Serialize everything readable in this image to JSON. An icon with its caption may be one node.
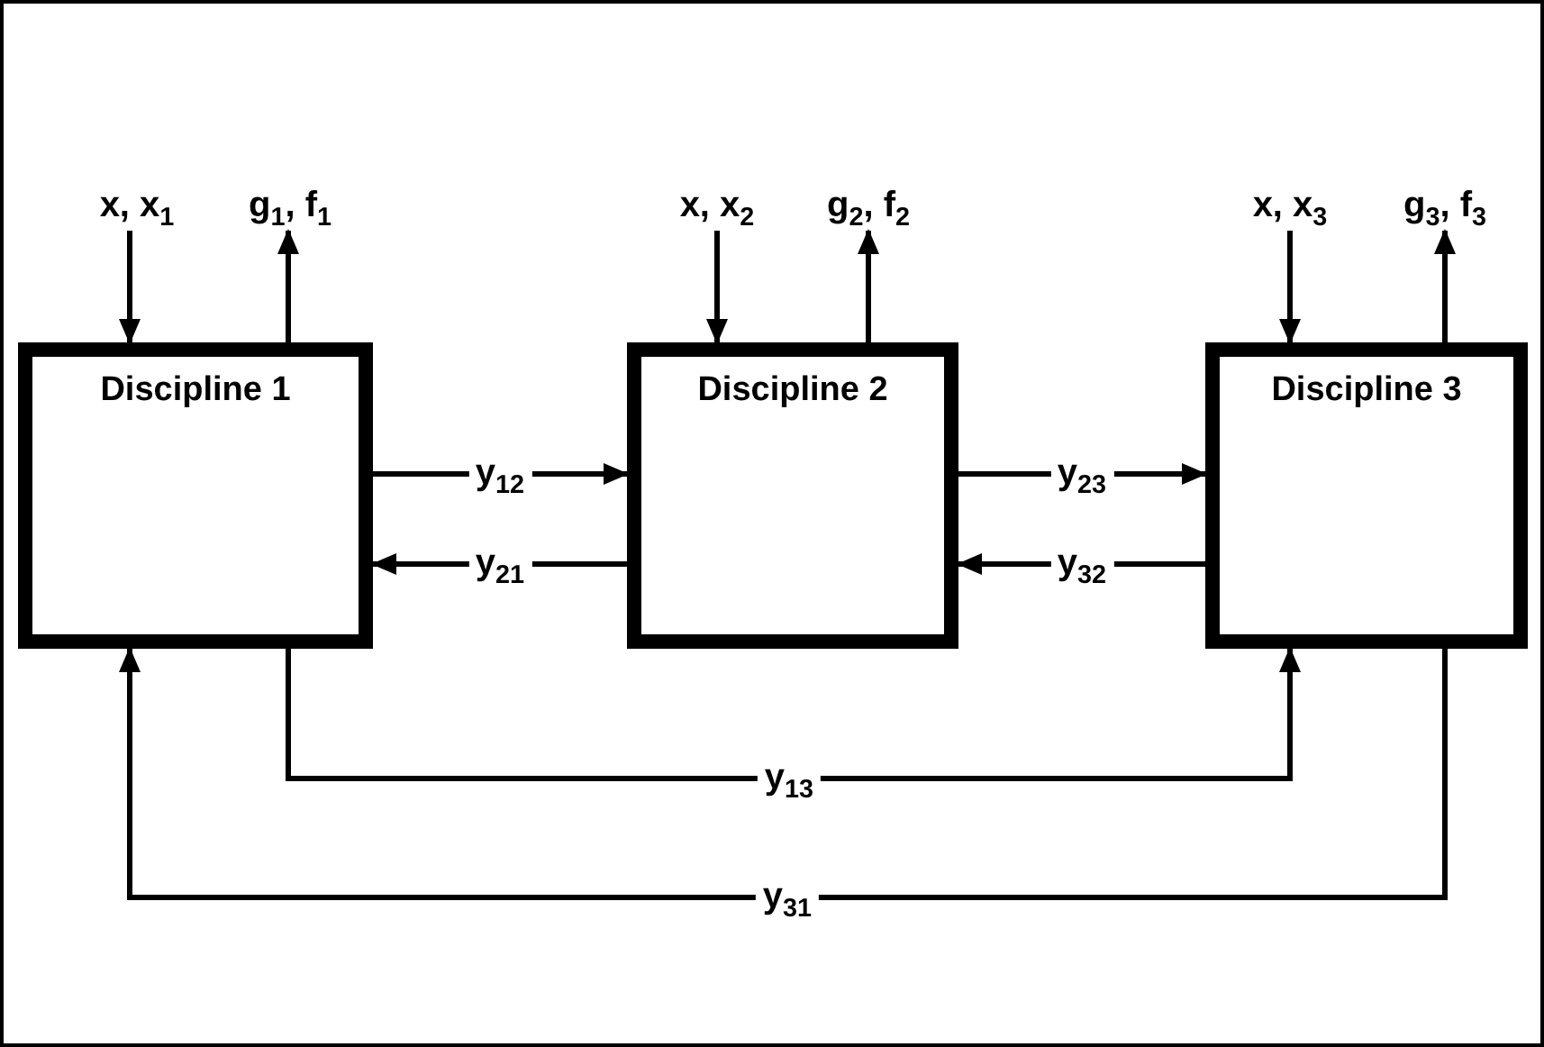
{
  "diagram": {
    "nodes": [
      {
        "text": [
          "x, x$_{1}$"
        ]
      },
      {
        "text": [
          "g$_{1}$, f$_{1}$"
        ]
      },
      {
        "text": [
          "Discipline 1"
        ]
      },
      {
        "text": [
          "x, x$_{2}$"
        ]
      },
      {
        "text": [
          "g$_{2}$, f$_{2}$"
        ]
      },
      {
        "text": [
          "Discipline 2"
        ]
      },
      {
        "text": [
          "x, x$_{3}$"
        ]
      },
      {
        "text": [
          "g$_{3}$, f$_{3}$"
        ]
      },
      {
        "text": [
          "Discipline 3"
        ]
      }
    ],
    "edges": [
      {
        "from": 0,
        "to": 2,
        "arrow": "to"
      },
      {
        "from": 2,
        "to": 1,
        "arrow": "to"
      },
      {
        "from": 3,
        "to": 5,
        "arrow": "to"
      },
      {
        "from": 5,
        "to": 4,
        "arrow": "to"
      },
      {
        "from": 6,
        "to": 8,
        "arrow": "to"
      },
      {
        "from": 8,
        "to": 7,
        "arrow": "to"
      },
      {
        "from": 2,
        "to": 5,
        "arrow": "to",
        "label": "y$_{12}$"
      },
      {
        "from": 5,
        "to": 2,
        "arrow": "to",
        "label": "y$_{21}$"
      },
      {
        "from": 5,
        "to": 8,
        "arrow": "to",
        "label": "y$_{23}$"
      },
      {
        "from": 8,
        "to": 5,
        "arrow": "to",
        "label": "y$_{32}$"
      },
      {
        "from": 2,
        "to": 8,
        "arrow": "to",
        "label": "y$_{13}$"
      },
      {
        "from": 8,
        "to": 2,
        "arrow": "to",
        "label": "y$_{31}$"
      }
    ]
  }
}
